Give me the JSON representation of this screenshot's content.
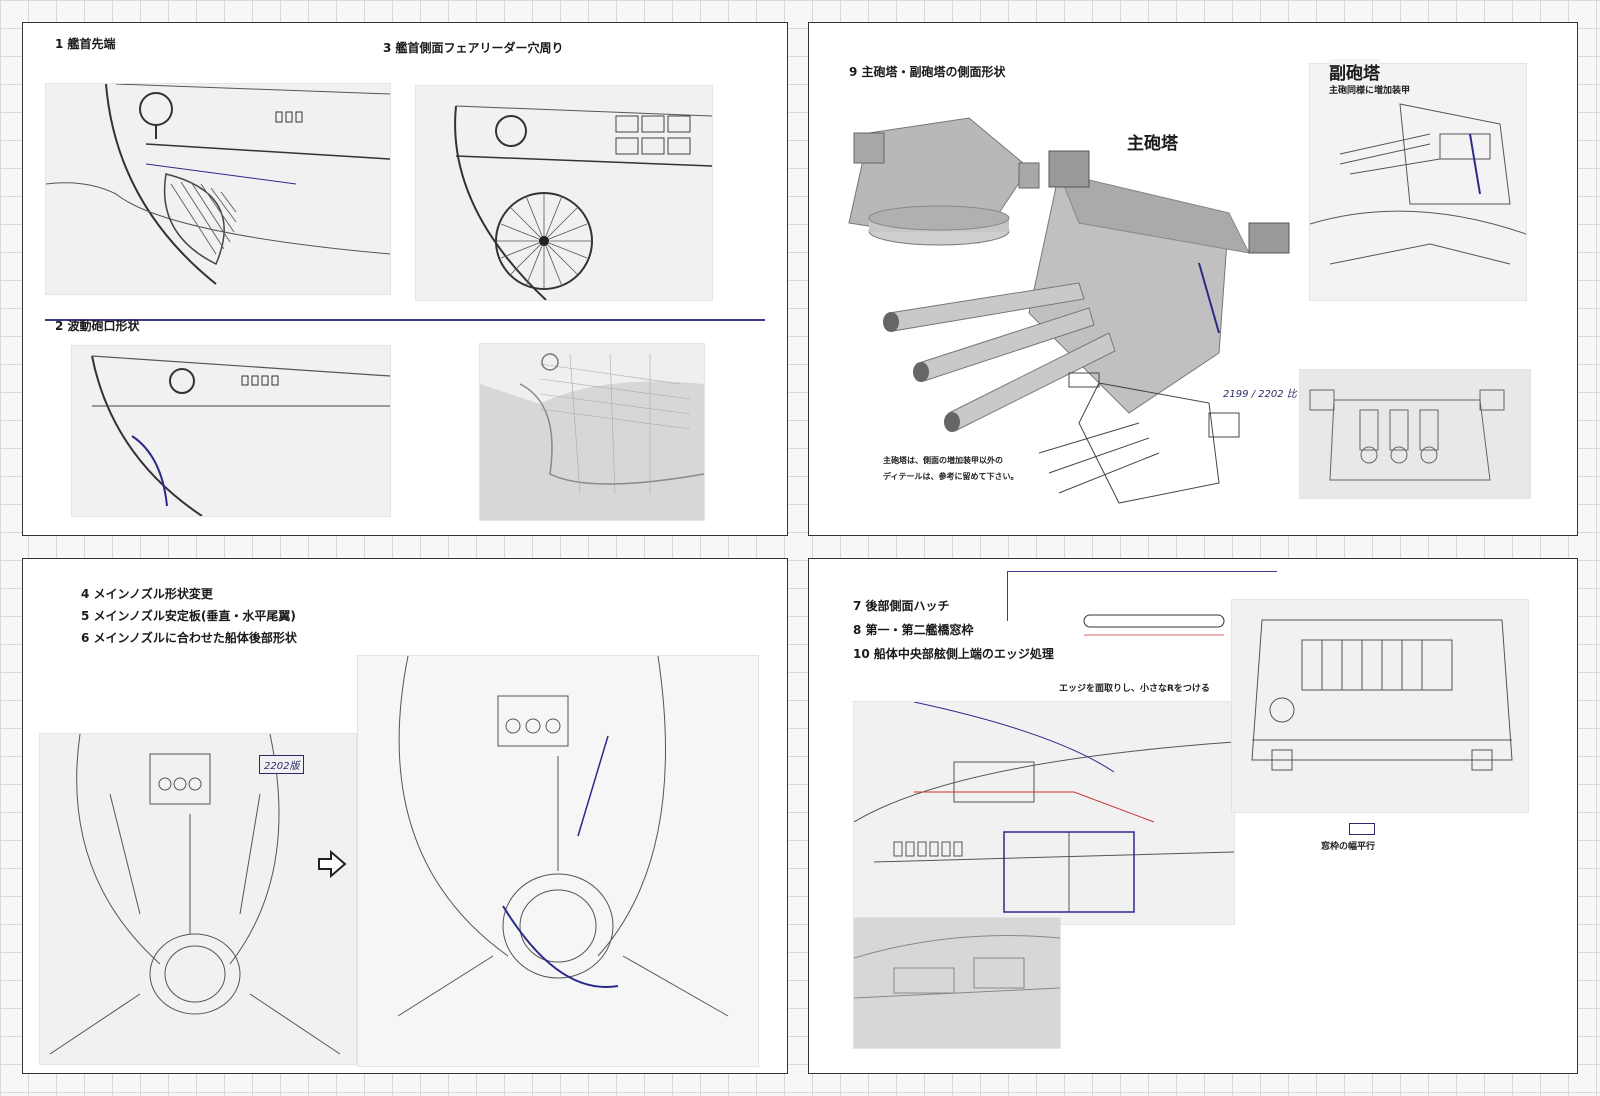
{
  "panel1": {
    "label1": "1 艦首先端",
    "label3": "3 艦首側面フェアリーダー穴周り",
    "label2": "2 波動砲口形状"
  },
  "panel2": {
    "label9": "9 主砲塔・副砲塔の側面形状",
    "main_turret": "主砲塔",
    "sub_turret": "副砲塔",
    "sub_turret_note": "主砲同様に増加装甲",
    "caption": "主砲塔は、側面の増加装甲以外の\nディテールは、参考に留めて下さい。",
    "version_tag": "2199 / 2202 比"
  },
  "panel3": {
    "label4": "4 メインノズル形状変更",
    "label5": "5 メインノズル安定板(垂直・水平尾翼)",
    "label6": "6 メインノズルに合わせた船体後部形状",
    "version_box": "2202版"
  },
  "panel4": {
    "label7": "7 後部側面ハッチ",
    "label8": "8 第一・第二艦橋窓枠",
    "label10": "10 船体中央部舷側上端のエッジ処理",
    "edge_note": "エッジを面取りし、小さなRをつける",
    "window_note": "窓枠の幅平行"
  }
}
